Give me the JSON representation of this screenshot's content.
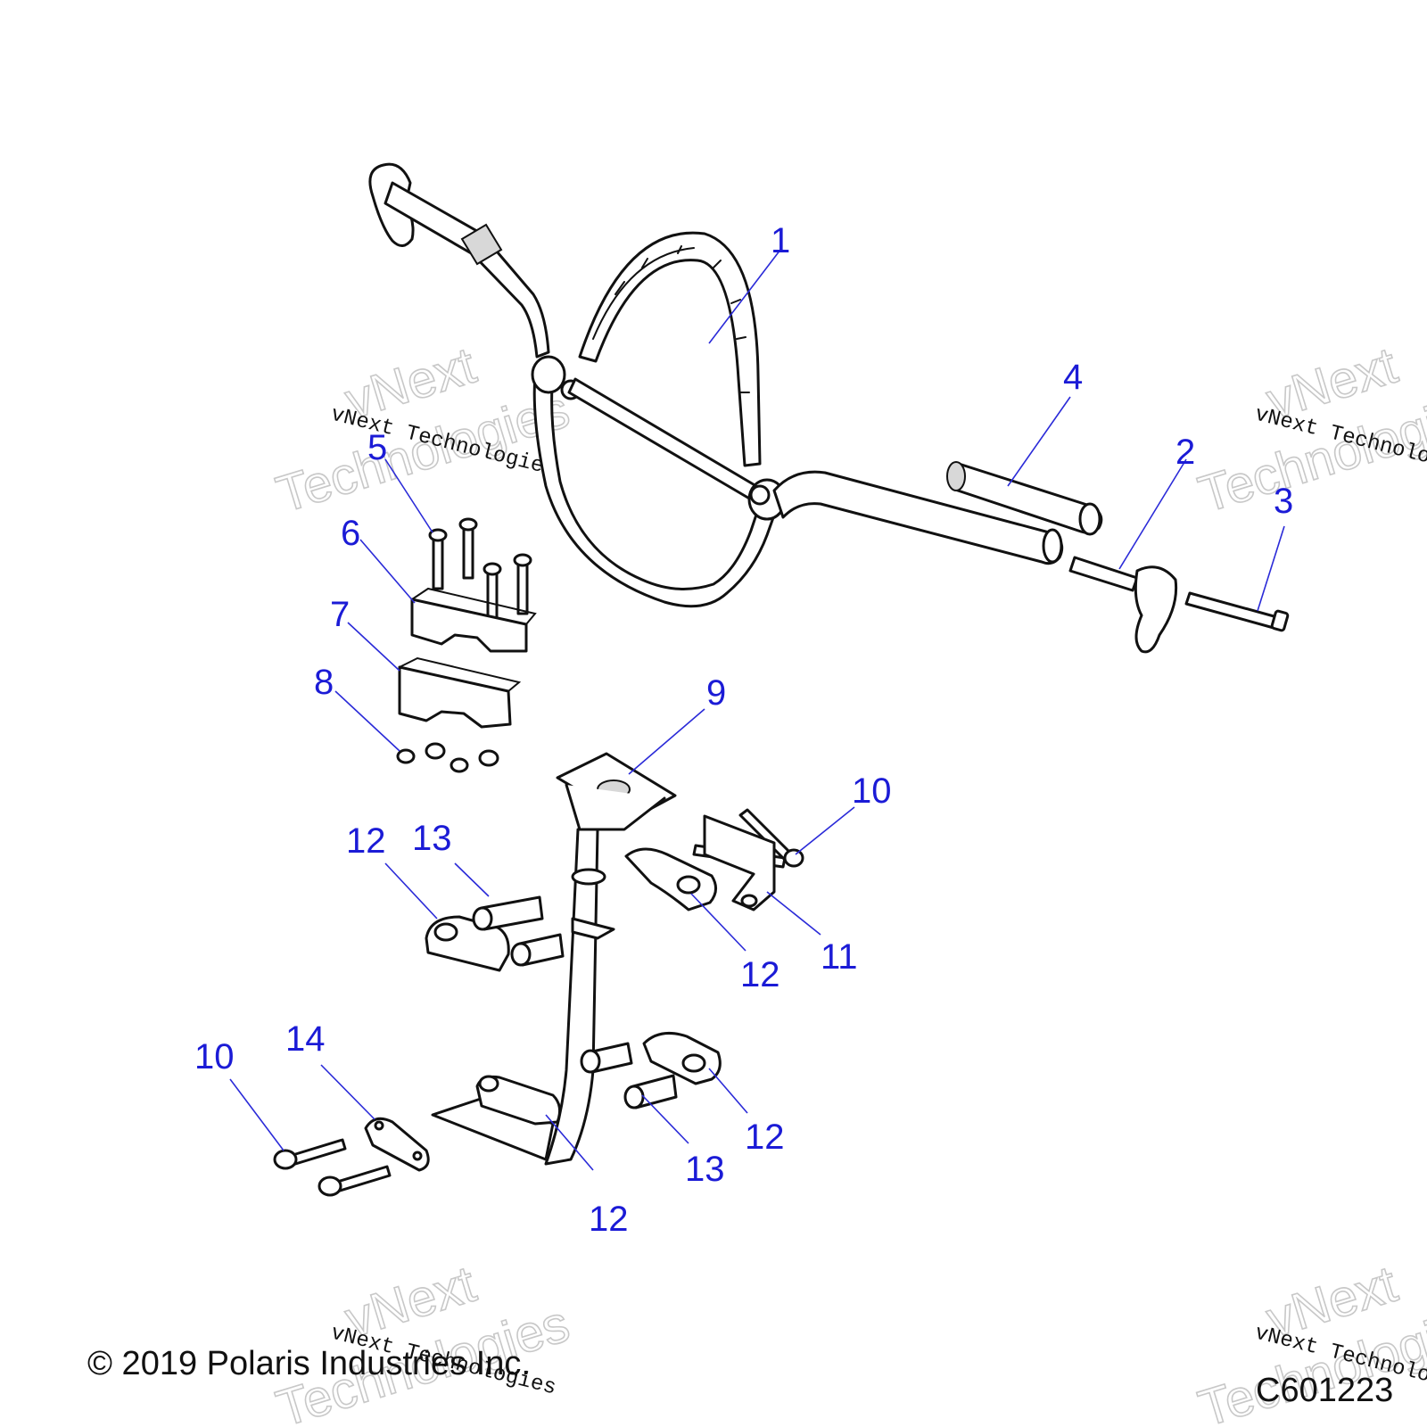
{
  "diagram": {
    "callouts": [
      {
        "id": "c1",
        "label": "1"
      },
      {
        "id": "c2",
        "label": "2"
      },
      {
        "id": "c3",
        "label": "3"
      },
      {
        "id": "c4",
        "label": "4"
      },
      {
        "id": "c5",
        "label": "5"
      },
      {
        "id": "c6",
        "label": "6"
      },
      {
        "id": "c7",
        "label": "7"
      },
      {
        "id": "c8",
        "label": "8"
      },
      {
        "id": "c9",
        "label": "9"
      },
      {
        "id": "c10a",
        "label": "10"
      },
      {
        "id": "c11",
        "label": "11"
      },
      {
        "id": "c12a",
        "label": "12"
      },
      {
        "id": "c13a",
        "label": "13"
      },
      {
        "id": "c12b",
        "label": "12"
      },
      {
        "id": "c10b",
        "label": "10"
      },
      {
        "id": "c14",
        "label": "14"
      },
      {
        "id": "c12c",
        "label": "12"
      },
      {
        "id": "c13b",
        "label": "13"
      },
      {
        "id": "c12d",
        "label": "12"
      }
    ],
    "callout_color": "#1b1bd6",
    "watermark": {
      "primary": "vNext Technologies",
      "line1": "vNext",
      "line2": "Technologies"
    }
  },
  "footer": {
    "copyright": "© 2019 Polaris Industries Inc.",
    "figure_id": "C601223"
  }
}
